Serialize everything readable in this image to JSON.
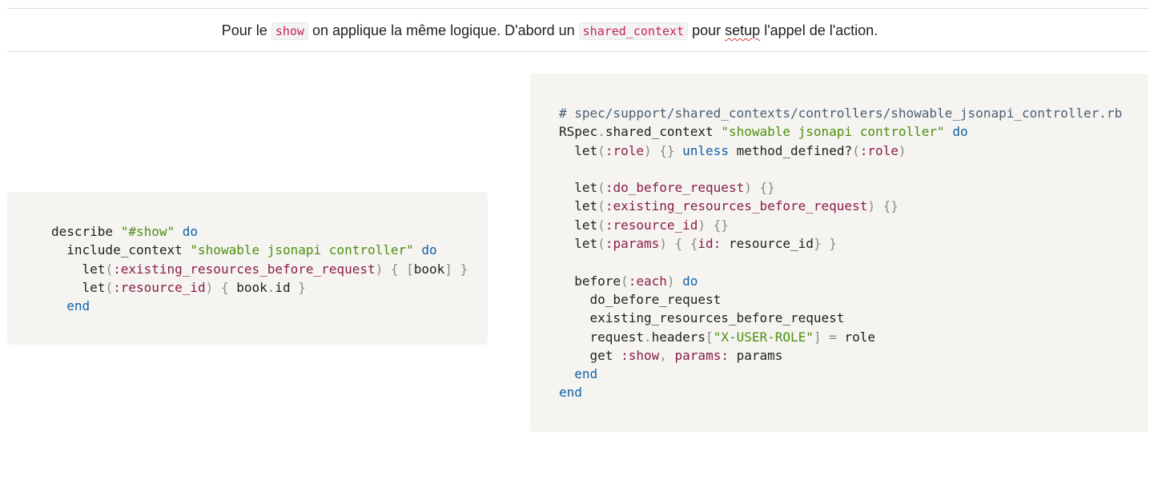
{
  "intro": {
    "before_show": "Pour le",
    "show_code": "show",
    "middle": "on applique la même logique. D'abord un",
    "context_code": "shared_context",
    "pour": "pour",
    "setup_word": "setup",
    "after_setup": "l'appel de l'action."
  },
  "left_code": {
    "describe": "describe",
    "show_str": "\"#show\"",
    "do1": "do",
    "include_context": "include_context",
    "ctx_str": "\"showable jsonapi controller\"",
    "do2": "do",
    "let1": "let",
    "sym1": ":existing_resources_before_request",
    "book": "book",
    "let2": "let",
    "sym2": ":resource_id",
    "book_id_obj": "book",
    "book_id_attr": "id",
    "end1": "end"
  },
  "right_code": {
    "comment": "# spec/support/shared_contexts/controllers/showable_jsonapi_controller.rb",
    "rspec": "RSpec",
    "shared_context": "shared_context",
    "ctx_str": "\"showable jsonapi controller\"",
    "do1": "do",
    "let_role": "let",
    "sym_role": ":role",
    "unless": "unless",
    "method_defined": "method_defined?",
    "sym_role2": ":role",
    "let_dbr": "let",
    "sym_dbr": ":do_before_request",
    "let_erbr": "let",
    "sym_erbr": ":existing_resources_before_request",
    "let_rid": "let",
    "sym_rid": ":resource_id",
    "let_params": "let",
    "sym_params": ":params",
    "id_key": "id:",
    "resource_id": "resource_id",
    "before": "before",
    "sym_each": ":each",
    "do2": "do",
    "call_dbr": "do_before_request",
    "call_erbr": "existing_resources_before_request",
    "request": "request",
    "headers": "headers",
    "header_str": "\"X-USER-ROLE\"",
    "role": "role",
    "get": "get",
    "sym_show": ":show",
    "params_key": "params:",
    "params": "params",
    "end_inner": "end",
    "end_outer": "end"
  }
}
